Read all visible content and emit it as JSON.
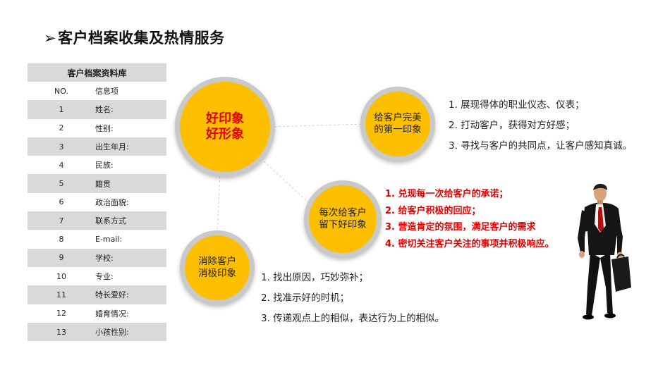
{
  "title": "客户档案收集及热情服务",
  "table": {
    "header": "客户档案资料库",
    "columns": [
      "NO.",
      "信息项"
    ],
    "rows": [
      [
        "1",
        "姓名:"
      ],
      [
        "2",
        "性别:"
      ],
      [
        "3",
        "出生年月:"
      ],
      [
        "4",
        "民族:"
      ],
      [
        "5",
        "籍贯"
      ],
      [
        "6",
        "政治面貌:"
      ],
      [
        "7",
        "联系方式"
      ],
      [
        "8",
        "E-mail:"
      ],
      [
        "9",
        "学校:"
      ],
      [
        "10",
        "专业:"
      ],
      [
        "11",
        "特长爱好:"
      ],
      [
        "12",
        "婚育情况:"
      ],
      [
        "13",
        "小孩性别:"
      ]
    ]
  },
  "circles": {
    "main": [
      "好印象",
      "好形象"
    ],
    "first": [
      "给客户完美",
      "的第一印象"
    ],
    "each": [
      "每次给客户",
      "留下好印象"
    ],
    "remove": [
      "消除客户",
      "消极印象"
    ]
  },
  "lists": {
    "first": [
      "1. 展现得体的职业仪态、仪表；",
      "2. 打动客户，获得对方好感；",
      "3. 寻找与客户的共同点，让客户感知真诚。"
    ],
    "each": [
      "1. 兑现每一次给客户的承诺；",
      "2. 给客户积极的回应；",
      "3. 营造肯定的氛围，满足客户的需求",
      "4. 密切关注客户关注的事项并积极响应。"
    ],
    "remove": [
      "1. 找出原因，巧妙弥补；",
      "2. 找准示好的时机；",
      "3. 传递观点上的相似，表达行为上的相似。"
    ]
  },
  "colors": {
    "circle": "#fdbf00",
    "ring": "#c9c9c9",
    "accent": "#e00000",
    "table_shade": "#d9d9d9"
  }
}
